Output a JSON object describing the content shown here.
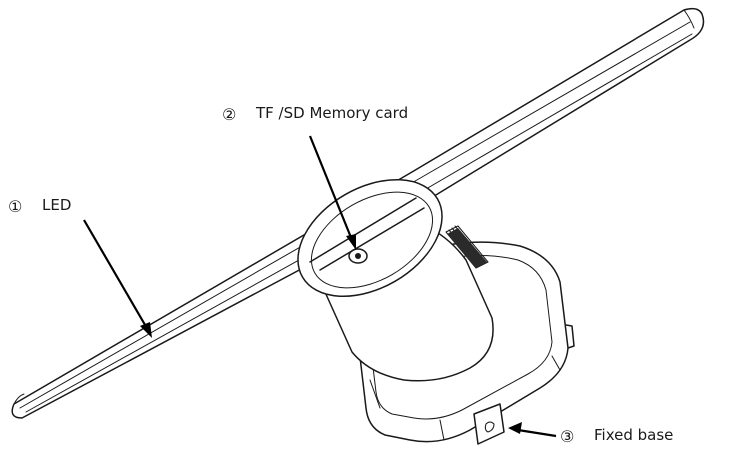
{
  "callouts": [
    {
      "number": "①",
      "label": "LED"
    },
    {
      "number": "②",
      "label": "TF /SD Memory card"
    },
    {
      "number": "③",
      "label": "Fixed base"
    }
  ]
}
